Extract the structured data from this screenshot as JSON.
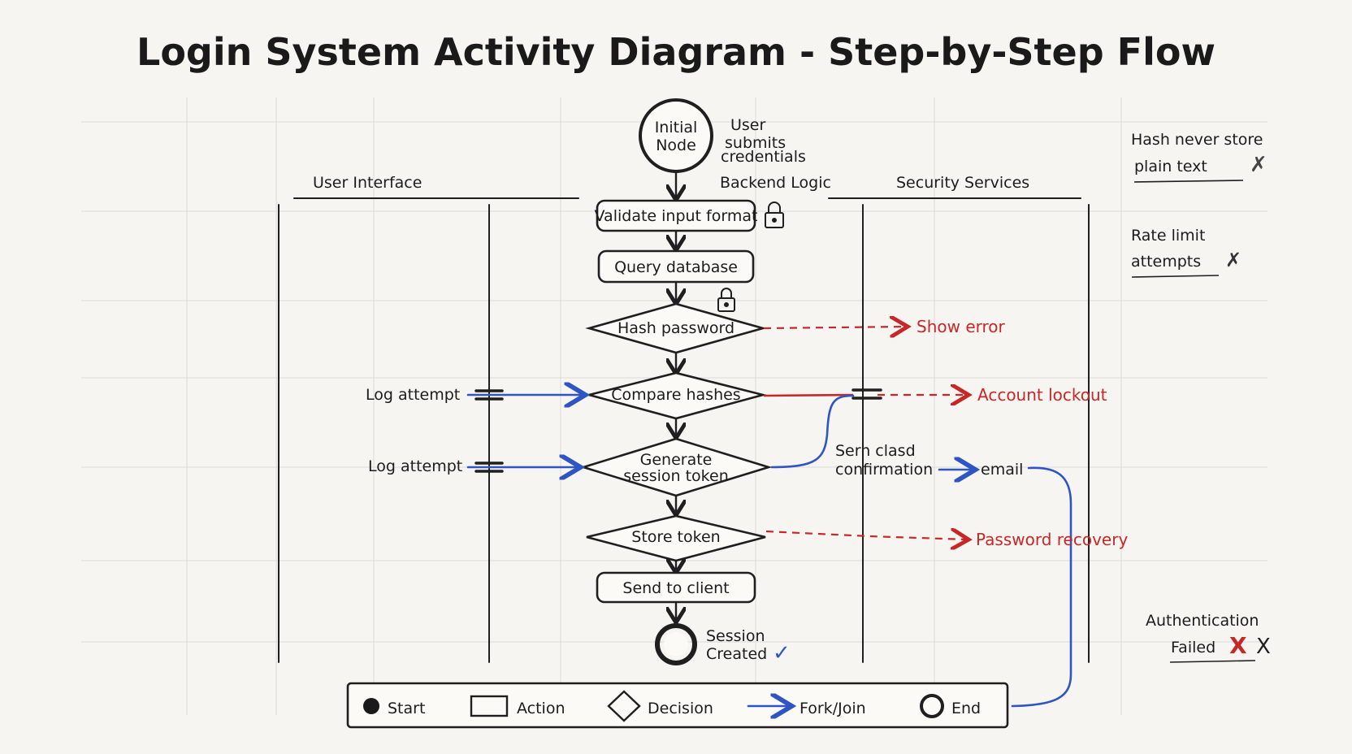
{
  "title": "Login System Activity Diagram - Step-by-Step Flow",
  "lanes": {
    "user_interface": "User Interface",
    "backend_logic": "Backend Logic",
    "security_services": "Security Services"
  },
  "initial_node": {
    "line1": "Initial",
    "line2": "Node"
  },
  "user_note": {
    "line1": "User",
    "line2": "submits",
    "line3": "credentials"
  },
  "steps": {
    "validate": "Validate input format",
    "query": "Query database",
    "hash": "Hash password",
    "compare": "Compare hashes",
    "generate_line1": "Generate",
    "generate_line2": "session token",
    "store": "Store token",
    "send": "Send to client"
  },
  "end_node": {
    "line1": "Session",
    "line2": "Created",
    "check": "✓"
  },
  "side_labels": {
    "log_attempt_1": "Log attempt",
    "log_attempt_2": "Log attempt",
    "send_confirmation_line1": "Serh clasd",
    "send_confirmation_line2": "confirmation",
    "email": "email"
  },
  "outcomes": {
    "show_error": "Show error",
    "account_lockout": "Account lockout",
    "password_recovery": "Password recovery"
  },
  "notes": {
    "hash_line1": "Hash never store",
    "hash_line2": "plain text",
    "rate_line1": "Rate limit",
    "rate_line2": "attempts",
    "auth_line1": "Authentication",
    "auth_line2": "Failed",
    "cross_mark": "✗",
    "x_mark": "X"
  },
  "legend": {
    "start": "Start",
    "action": "Action",
    "decision": "Decision",
    "fork_join": "Fork/Join",
    "end": "End"
  },
  "colors": {
    "ink": "#1f1f1f",
    "alt_flow_red": "#c62828",
    "parallel_blue": "#2f55c4",
    "paper": "#f6f5f1"
  }
}
